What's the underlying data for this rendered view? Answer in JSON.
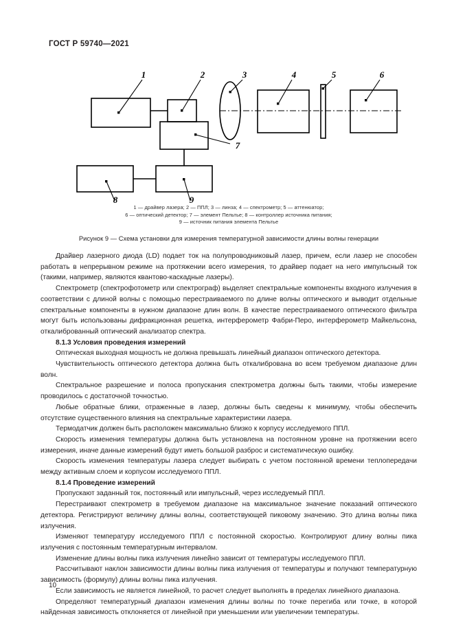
{
  "header": {
    "standard_code": "ГОСТ Р 59740—2021"
  },
  "figure": {
    "callouts": [
      "1",
      "2",
      "3",
      "4",
      "5",
      "6",
      "7",
      "8",
      "9"
    ],
    "legend_lines": [
      "1 — драйвер лазера; 2 — ППЛ; 3 — линза; 4 — спектрометр; 5 — аттенюатор;",
      "6 — оптический детектор; 7 — элемент Пельтье; 8 — контроллер источника питания;",
      "9 — источник питания элемента Пельтье"
    ],
    "caption": "Рисунок 9 — Схема установки для измерения температурной зависимости длины волны генерации"
  },
  "body": {
    "paragraphs": [
      {
        "type": "p",
        "text": "Драйвер лазерного диода (LD) подает ток на полупроводниковый лазер, причем, если лазер не способен работать в непрерывном режиме на протяжении всего измерения, то драйвер подает на него импульсный ток (такими, например, являются квантово-каскадные лазеры)."
      },
      {
        "type": "p",
        "text": "Спектрометр (спектрофотометр или спектрограф) выделяет спектральные компоненты входного излучения в соответствии с длиной волны с помощью перестраиваемого по длине волны оптического и выводит отдельные спектральные компоненты в нужном диапазоне длин волн. В качестве перестраиваемого оптического фильтра могут быть использованы дифракционная решетка, интерферометр Фабри-Перо, интерферометр Майкельсона, откалиброванный оптический анализатор спектра."
      },
      {
        "type": "h3",
        "text": "8.1.3 Условия проведения измерений"
      },
      {
        "type": "p",
        "text": "Оптическая выходная мощность не должна превышать линейный диапазон оптического детектора."
      },
      {
        "type": "p",
        "text": "Чувствительность оптического детектора должна быть откалибрована во всем требуемом диапазоне длин волн."
      },
      {
        "type": "p",
        "text": "Спектральное разрешение и полоса пропускания спектрометра должны быть такими, чтобы измерение проводилось с достаточной точностью."
      },
      {
        "type": "p",
        "text": "Любые обратные блики, отраженные в лазер, должны быть сведены к минимуму, чтобы обеспечить отсутствие существенного влияния на спектральные характеристики лазера."
      },
      {
        "type": "p",
        "text": "Термодатчик должен быть расположен максимально близко к корпусу исследуемого ППЛ."
      },
      {
        "type": "p",
        "text": "Скорость изменения температуры должна быть установлена на постоянном уровне на протяжении всего измерения, иначе данные измерений будут иметь большой разброс и систематическую ошибку."
      },
      {
        "type": "p",
        "text": "Скорость изменения температуры лазера следует выбирать с учетом постоянной времени теплопередачи между активным слоем и корпусом исследуемого ППЛ."
      },
      {
        "type": "h3",
        "text": "8.1.4 Проведение измерений"
      },
      {
        "type": "p",
        "text": "Пропускают заданный ток, постоянный или импульсный, через исследуемый ППЛ."
      },
      {
        "type": "p",
        "text": "Перестраивают спектрометр в требуемом диапазоне на максимальное значение показаний оптического детектора. Регистрируют величину длины волны, соответствующей пиковому значению. Это длина волны пика излучения."
      },
      {
        "type": "p",
        "text": "Изменяют температуру исследуемого ППЛ с постоянной скоростью. Контролируют длину волны пика излучения с постоянным температурным интервалом."
      },
      {
        "type": "p",
        "text": "Изменение длины волны пика излучения линейно зависит от температуры исследуемого ППЛ."
      },
      {
        "type": "p",
        "text": "Рассчитывают наклон зависимости длины волны пика излучения от температуры и получают температурную зависимость (формулу) длины волны пика излучения."
      },
      {
        "type": "p",
        "text": "Если зависимость не является линейной, то расчет следует выполнять в пределах линейного диапазона."
      },
      {
        "type": "p",
        "text": "Определяют температурный диапазон изменения длины волны по точке перегиба или точке, в которой найденная зависимость отклоняется от линейной при уменьшении или увеличении температуры."
      }
    ]
  },
  "footer": {
    "page_number": "10"
  },
  "colors": {
    "ink": "#231f20",
    "line": "#000000",
    "background": "#ffffff"
  }
}
